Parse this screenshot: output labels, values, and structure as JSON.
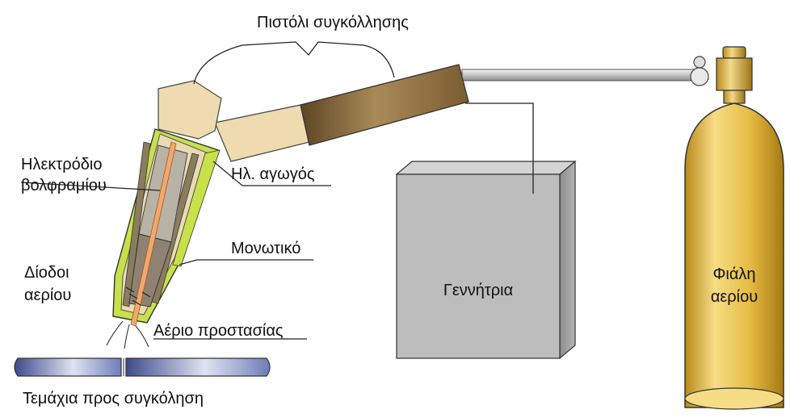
{
  "labels": {
    "torch": "Πιστόλι συγκόλλησης",
    "electrode_line1": "Ηλεκτρόδιο",
    "electrode_line2": "βολφραμίου",
    "conductor": "Ηλ. αγωγός",
    "insulator": "Μονωτικό",
    "gas_passages_line1": "Δίοδοι",
    "gas_passages_line2": "αερίου",
    "shield_gas": "Αέριο προστασίας",
    "generator": "Γεννήτρια",
    "cylinder_line1": "Φιάλη",
    "cylinder_line2": "αερίου",
    "workpieces": "Τεμάχια προς συγκόληση"
  },
  "colors": {
    "insulator_green": "#c8e04a",
    "handle_beige": "#eedcb0",
    "hose_brown": "#8a6a3a",
    "generator_gray": "#b8b8b8",
    "cylinder_gold": "#e6c04a",
    "workpiece_blue": "#6b78b8",
    "pipe_silver": "#cfcfcf"
  }
}
